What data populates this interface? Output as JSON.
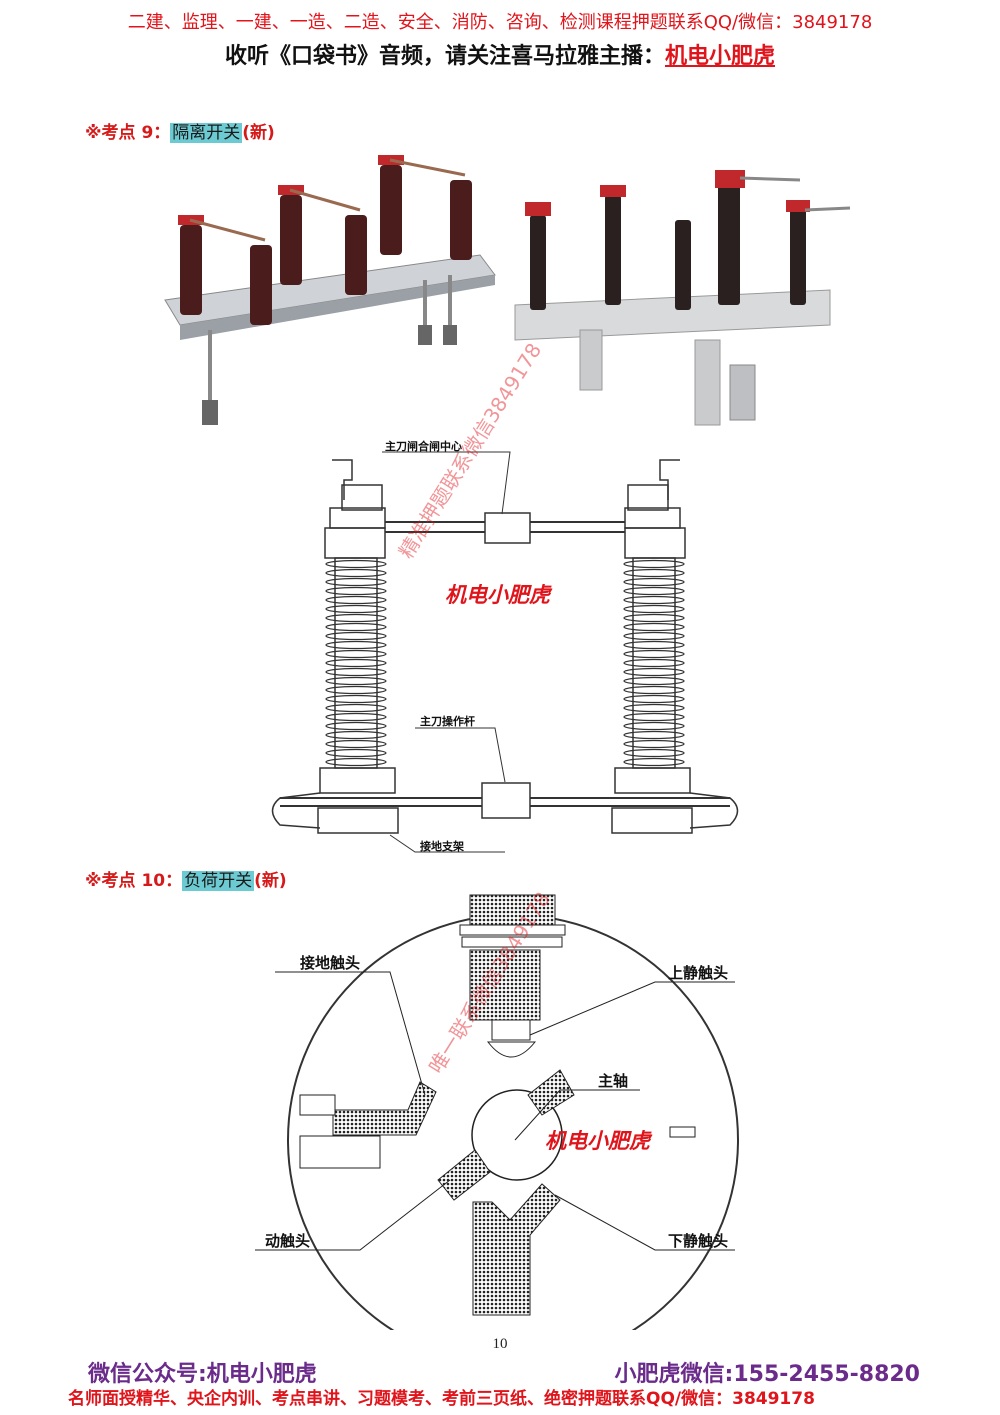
{
  "header": {
    "line1": "二建、监理、一建、一造、二造、安全、消防、咨询、检测课程押题联系QQ/微信：3849178",
    "line2_prefix": "收听《口袋书》音频，请关注喜马拉雅主播：",
    "line2_anchor": "机电小肥虎"
  },
  "section9": {
    "prefix": "※考点 9：",
    "topic": "隔离开关",
    "suffix": "(新)"
  },
  "diagram1": {
    "label_top": "主刀闸合闸中心",
    "label_mid": "主刀操作杆",
    "label_bottom": "接地支架",
    "brand": "机电小肥虎"
  },
  "section10": {
    "prefix": "※考点 10：",
    "topic": "负荷开关",
    "suffix": "(新)"
  },
  "diagram2": {
    "earth_contact": "接地触头",
    "upper_static": "上静触头",
    "main_shaft": "主轴",
    "moving_contact": "动触头",
    "lower_static": "下静触头",
    "brand": "机电小肥虎"
  },
  "watermarks": {
    "wm1": "精准押题联系微信3849178",
    "wm2": "唯一联系微信3849178"
  },
  "page_number": "10",
  "footer": {
    "left": "微信公众号:机电小肥虎",
    "right": "小肥虎微信:155-2455-8820",
    "bottom": "名师面授精华、央企内训、考点串讲、习题模考、考前三页纸、绝密押题联系QQ/微信：3849178"
  },
  "colors": {
    "red": "#e0141b",
    "purple": "#6a2b8a",
    "highlight": "#6ccbd2"
  }
}
